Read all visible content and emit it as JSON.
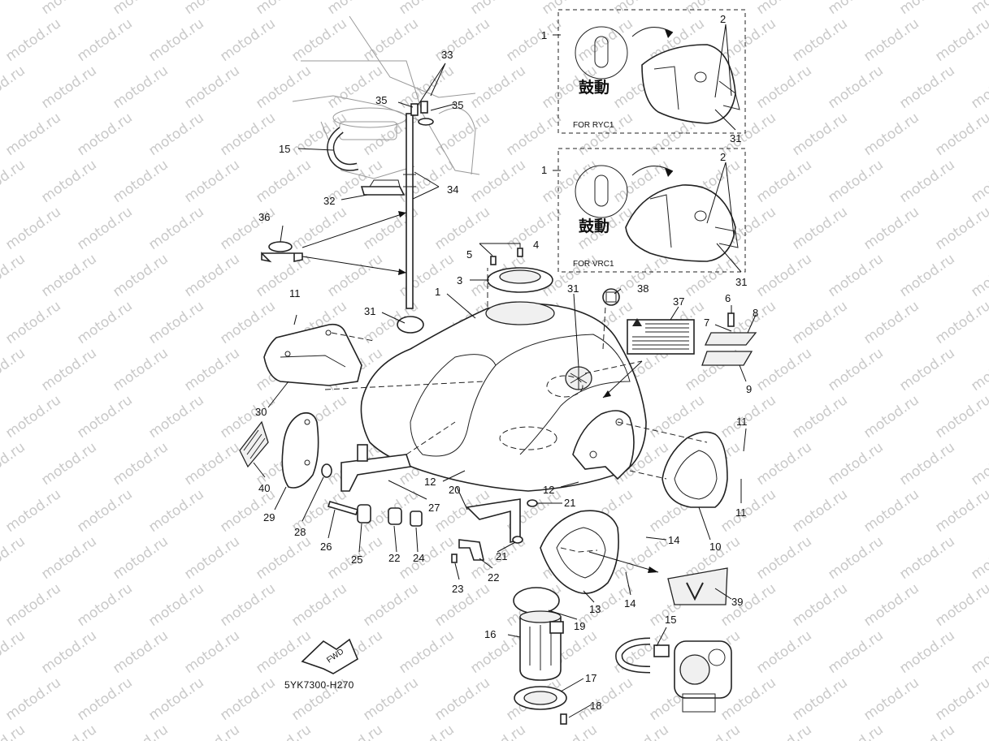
{
  "diagram": {
    "watermark_text": "motod.ru",
    "reference_code": "5YK7300-H270",
    "fwd_label": "FWD",
    "insets": [
      {
        "badge_text": "鼓動",
        "note": "FOR RYC1",
        "callouts": [
          "1",
          "2",
          "31"
        ]
      },
      {
        "badge_text": "鼓動",
        "note": "FOR VRC1",
        "callouts": [
          "1",
          "2",
          "31"
        ]
      }
    ],
    "callouts": [
      "33",
      "35",
      "35",
      "15",
      "32",
      "34",
      "36",
      "5",
      "4",
      "3",
      "31",
      "1",
      "31",
      "38",
      "37",
      "6",
      "7",
      "8",
      "9",
      "11",
      "30",
      "40",
      "29",
      "28",
      "26",
      "25",
      "22",
      "24",
      "27",
      "20",
      "12",
      "12",
      "21",
      "21",
      "22",
      "23",
      "19",
      "13",
      "14",
      "14",
      "39",
      "10",
      "11",
      "11",
      "16",
      "17",
      "18",
      "15"
    ]
  }
}
